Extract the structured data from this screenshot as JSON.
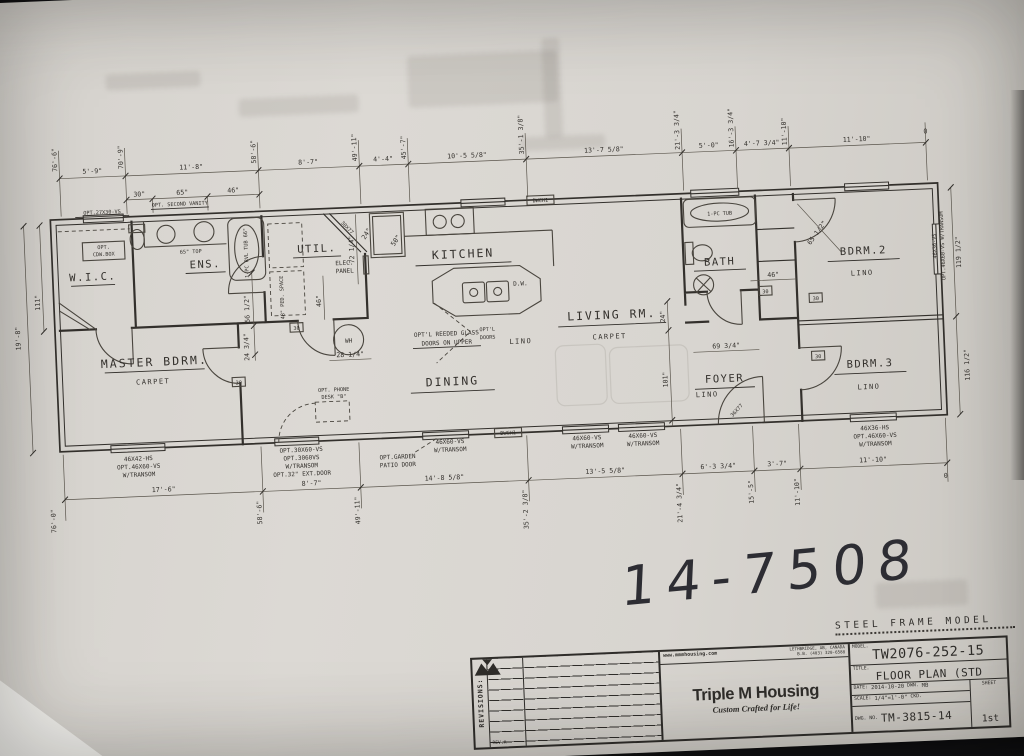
{
  "photo": {
    "background": "#17171a",
    "paper": "#d8d5d0",
    "ink": "#33302c"
  },
  "handwritten_number": "14-7508",
  "steel_frame_label": "STEEL FRAME MODEL",
  "rooms": [
    {
      "label": "MASTER BDRM.",
      "floor": "CARPET"
    },
    {
      "label": "W.I.C."
    },
    {
      "label": "ENS."
    },
    {
      "label": "UTIL."
    },
    {
      "label": "KITCHEN",
      "floor": "LINO"
    },
    {
      "label": "DINING"
    },
    {
      "label": "LIVING RM.",
      "floor": "CARPET"
    },
    {
      "label": "BATH"
    },
    {
      "label": "FOYER",
      "floor": "LINO"
    },
    {
      "label": "BDRM.2",
      "floor": "LINO"
    },
    {
      "label": "BDRM.3",
      "floor": "LINO"
    }
  ],
  "annotations": {
    "opt_27x30": "OPT.27X30-VS",
    "second_vanity": "OPT. SECOND VANITY",
    "cdw_1": "OPT.",
    "cdw_2": "CDW.BOX",
    "top_65": "65\" TOP",
    "rvl_tub": "1-PC RVL TUB 66\"",
    "pc_tub": "1-PC TUB",
    "elec_1": "ELEC.",
    "elec_2": "PANEL",
    "util_door": "30X77",
    "foyer_door": "36X77",
    "wh": "WH",
    "ped_space": "48\" PED. SPACE",
    "phone_1": "OPT. PHONE",
    "phone_2": "DESK \"B\"",
    "reeded_1": "OPT'L REEDED GLASS",
    "reeded_2": "DOORS ON UPPER",
    "dw": "D.W.",
    "optl_1": "OPT'L",
    "optl_2": "DOORS",
    "garden_1": "OPT.GARDEN",
    "garden_2": "PATIO DOOR",
    "dwch": "DWCH1",
    "marker_30": "30"
  },
  "dims_top": {
    "cumulative": [
      "76'-6\"",
      "70'-9\"",
      "58'-6\"",
      "49'-11\"",
      "45'-7\"",
      "35'-1 3/8\"",
      "21'-3 3/4\"",
      "16'-3 3/4\"",
      "11'-10\"",
      "0"
    ],
    "segments": [
      "5'-9\"",
      "11'-8\"",
      "8'-7\"",
      "4'-4\"",
      "10'-5 5/8\"",
      "13'-7 5/8\"",
      "5'-0\"",
      "4'-7 3/4\"",
      "11'-10\""
    ],
    "sub": [
      "30\"",
      "65\"",
      "46\""
    ]
  },
  "dims_bottom": {
    "segments": [
      "17'-6\"",
      "8'-7\"",
      "14'-8 5/8\"",
      "13'-5 5/8\"",
      "6'-3 3/4\"",
      "3'-7\"",
      "11'-10\""
    ],
    "cumulative": [
      "76'-0\"",
      "58'-6\"",
      "49'-11\"",
      "35'-2 3/8\"",
      "21'-4 3/4\"",
      "15'-5\"",
      "11'-10\"",
      "0"
    ]
  },
  "dims_side": {
    "left_width": "19'-8\"",
    "left_inner": "111\"",
    "right_upper": "119 1/2\"",
    "right_lower": "116 1/2\"",
    "right_window_1": "46X36-VS",
    "right_window_2": "OPT.46X60-VS W/TRANSOM"
  },
  "dims_interior": {
    "ens_v1": "56 1/2\"",
    "ens_v2": "24 3/4\"",
    "util_w": "28 1/4\"",
    "util_v": "46\"",
    "util_h": "72 1/4\"",
    "living_1": "24\"",
    "living_2": "101\"",
    "foyer_w": "69 3/4\"",
    "hall_w": "46\"",
    "closet_diag": "65 1/2\"",
    "diag_50": "50\"",
    "diag_24": "24\""
  },
  "windows_bottom": [
    {
      "l1": "46X42-HS",
      "l2": "OPT.46X60-VS",
      "l3": "W/TRANSOM"
    },
    {
      "l1": "OPT.30X60-VS",
      "l2": "OPT.3060VS",
      "l3": "W/TRANSOM",
      "l4": "OPT.32\" EXT.DOOR"
    },
    {
      "l1": "46X60-VS",
      "l2": "W/TRANSOM"
    },
    {
      "l1": "46X60-VS",
      "l2": "W/TRANSOM"
    },
    {
      "l1": "46X60-VS",
      "l2": "W/TRANSOM"
    },
    {
      "l1": "46X36-HS",
      "l2": "OPT.46X60-VS",
      "l3": "W/TRANSOM"
    }
  ],
  "title_block": {
    "revisions_label": "REVISIONS:",
    "rev_a": "REV.A",
    "website": "www.mmmhousing.com",
    "address_1": "LETHBRIDGE, AB, CANADA",
    "address_2": "B.B. (403) 320-6588",
    "company": "Triple M Housing",
    "slogan": "Custom Crafted for Life!",
    "model_label": "MODEL.",
    "model": "TW2076-252-15",
    "title_label": "TITLE.",
    "title": "FLOOR PLAN (STD",
    "date_label": "DATE:",
    "date": "2014-10-20",
    "dwn_label": "DWN.",
    "dwn": "MB",
    "scale_label": "SCALE:",
    "scale": "1/4\"=1'-0\"",
    "ckd_label": "CKD.",
    "dwg_label": "DWG. NO.",
    "dwg_no": "TM-3815-14",
    "sheet_label": "SHEET",
    "sheet": "1st"
  }
}
